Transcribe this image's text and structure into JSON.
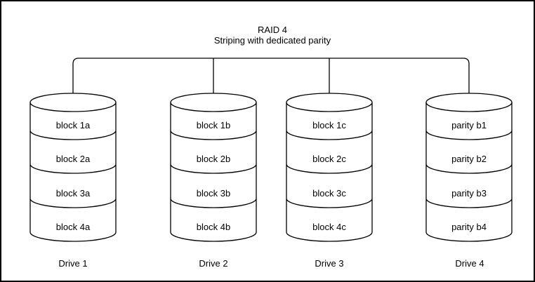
{
  "diagram": {
    "title": "RAID 4",
    "subtitle": "Striping with dedicated parity",
    "colors": {
      "stroke": "#000000",
      "background": "#ffffff",
      "text": "#000000"
    },
    "drives": [
      {
        "label": "Drive 1",
        "blocks": [
          "block 1a",
          "block 2a",
          "block 3a",
          "block 4a"
        ]
      },
      {
        "label": "Drive 2",
        "blocks": [
          "block 1b",
          "block 2b",
          "block 3b",
          "block 4b"
        ]
      },
      {
        "label": "Drive 3",
        "blocks": [
          "block 1c",
          "block 2c",
          "block 3c",
          "block 4c"
        ]
      },
      {
        "label": "Drive 4",
        "blocks": [
          "parity b1",
          "parity b2",
          "parity b3",
          "parity b4"
        ]
      }
    ]
  }
}
